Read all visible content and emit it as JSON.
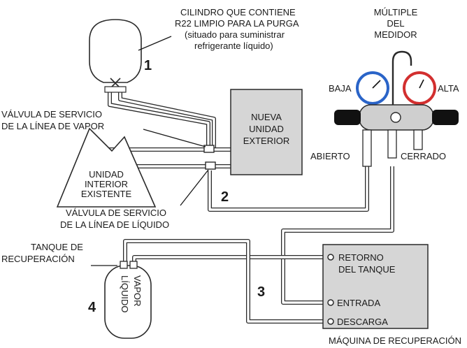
{
  "cylinder_caption": [
    "CILINDRO QUE CONTIENE",
    "R22 LIMPIO PARA LA PURGA",
    "(situado para suministrar",
    "refrigerante líquido)"
  ],
  "manifold_caption": [
    "MÚLTIPLE",
    "DEL",
    "MEDIDOR"
  ],
  "gauge_low": "BAJA",
  "gauge_high": "ALTA",
  "valve_open": "ABIERTO",
  "valve_closed": "CERRADO",
  "outdoor_unit": [
    "NUEVA",
    "UNIDAD",
    "EXTERIOR"
  ],
  "indoor_unit": [
    "UNIDAD",
    "INTERIOR",
    "EXISTENTE"
  ],
  "vapor_valve": [
    "VÁLVULA DE SERVICIO",
    "DE LA LÍNEA DE VAPOR"
  ],
  "liquid_valve": [
    "VÁLVULA DE SERVICIO",
    "DE LA LÍNEA DE LÍQUIDO"
  ],
  "tank_caption": [
    "TANQUE DE",
    "RECUPERACIÓN"
  ],
  "tank_ports": {
    "liquid": "LÍQUIDO",
    "vapor": "VAPOR"
  },
  "recovery_ports": {
    "tank_return": [
      "RETORNO",
      "DEL TANQUE"
    ],
    "inlet": "ENTRADA",
    "discharge": "DESCARGA"
  },
  "recovery_machine": "MÁQUINA DE RECUPERACIÓN",
  "step_numbers": [
    "1",
    "2",
    "3",
    "4"
  ],
  "colors": {
    "low_gauge": "#2a64c8",
    "high_gauge": "#d22f2f",
    "gauge_handles": "#111111",
    "units_fill": "#d6d6d6"
  }
}
